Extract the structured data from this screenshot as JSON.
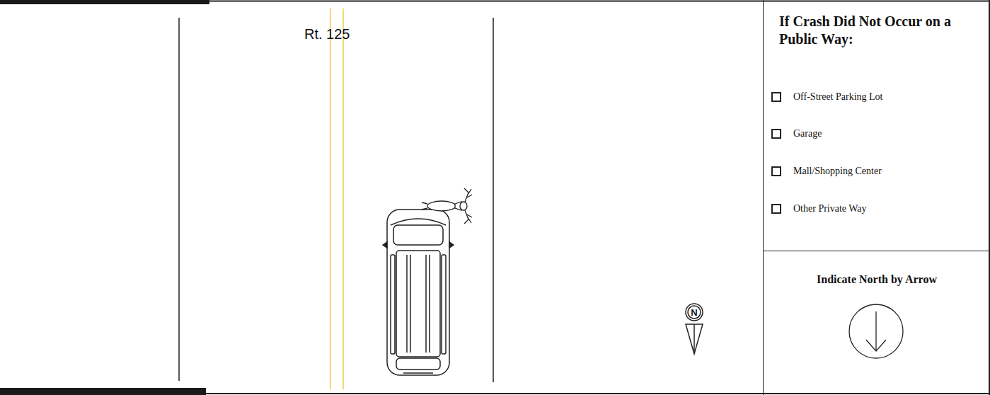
{
  "diagram": {
    "nodes": [
      {
        "text": [
          "If Crash Did Not Occur on a Public Way:",
          "Off-Street Parking Lot",
          "Garage",
          "Mall/Shopping Center",
          "Other Private Way"
        ]
      },
      {
        "text": [
          "Indicate North by Arrow"
        ]
      }
    ],
    "labels": [
      "Rt. 125",
      "N"
    ]
  }
}
